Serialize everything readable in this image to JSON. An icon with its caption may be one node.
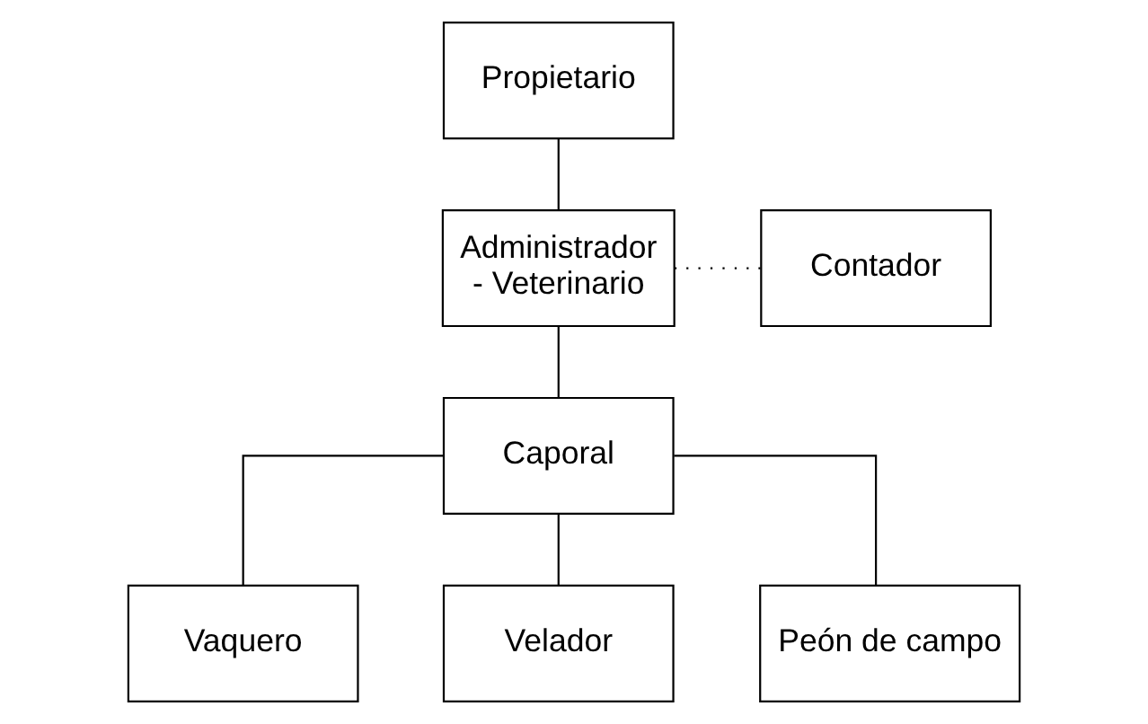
{
  "diagram": {
    "nodes": [
      {
        "text": [
          "Propietario"
        ]
      },
      {
        "text": [
          "Administrador - Veterinario"
        ]
      },
      {
        "text": [
          "Contador"
        ]
      },
      {
        "text": [
          "Caporal"
        ]
      },
      {
        "text": [
          "Vaquero"
        ]
      },
      {
        "text": [
          "Velador"
        ]
      },
      {
        "text": [
          "Peón de campo"
        ]
      }
    ],
    "edges": [
      {
        "from": 0,
        "to": 1,
        "arrow": "none"
      },
      {
        "from": 1,
        "to": 3,
        "arrow": "none"
      },
      {
        "from": 2,
        "to": 1,
        "arrow": "none",
        "style": "dashed"
      },
      {
        "from": 3,
        "to": 4,
        "arrow": "none"
      },
      {
        "from": 3,
        "to": 5,
        "arrow": "none"
      },
      {
        "from": 3,
        "to": 6,
        "arrow": "none"
      }
    ]
  }
}
